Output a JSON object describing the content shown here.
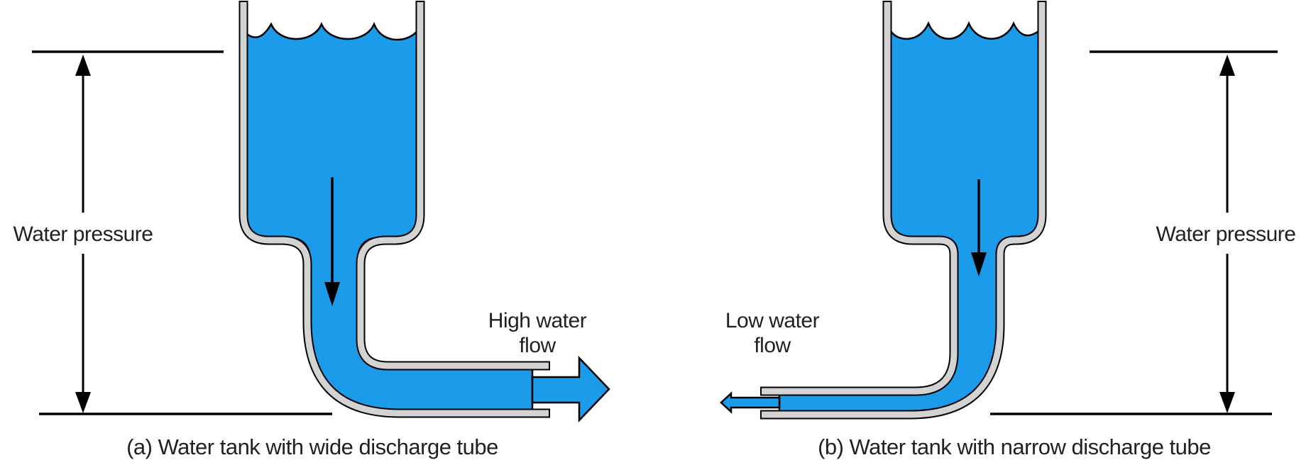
{
  "diagram": {
    "title_present": false,
    "colors": {
      "water": "#1B9BE9",
      "wall_fill": "#D3D3D3",
      "outline": "#000000",
      "text": "#231F20",
      "background": "#FFFFFF"
    },
    "icons": {
      "gravity_arrow": "down-arrow-icon",
      "pressure_arrow": "double-headed-vertical-arrow-icon",
      "flow_arrow_a": "block-arrow-right-icon",
      "flow_arrow_b": "block-arrow-left-icon"
    },
    "panel_a": {
      "pressure_label": "Water pressure",
      "flow_label_line1": "High water",
      "flow_label_line2": "flow",
      "caption": "(a) Water tank with wide discharge tube"
    },
    "panel_b": {
      "pressure_label": "Water pressure",
      "flow_label_line1": "Low water",
      "flow_label_line2": "flow",
      "caption": "(b) Water tank with narrow discharge tube"
    }
  }
}
